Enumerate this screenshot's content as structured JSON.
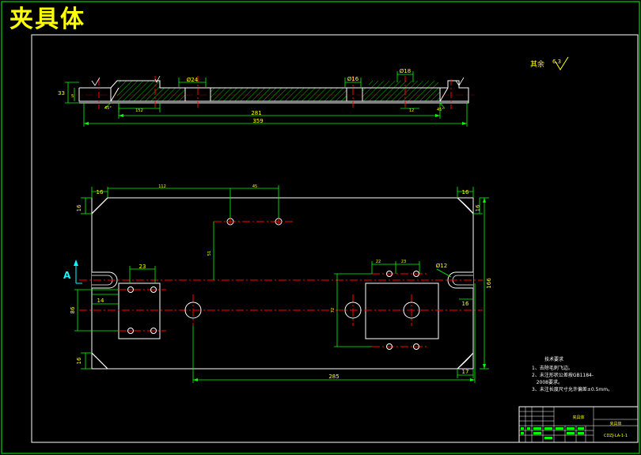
{
  "drawing": {
    "title": "夹具体",
    "roughness_note": "其余",
    "roughness_value": "6.3",
    "technical_requirements": {
      "heading": "技术要求",
      "items": [
        "1、去除毛刺飞边。",
        "2、未注形状公差按GB1184-",
        "   2008要求。",
        "3、未注长度尺寸允许偏差±0.5mm。"
      ]
    },
    "title_block": {
      "part_name": "夹具体",
      "company": "夹具体",
      "drawing_no": "CDZJ-LA-1-1"
    }
  },
  "dimensions": {
    "side_view": {
      "height_left": "33",
      "height_inner": "5",
      "phi1": "Ø24",
      "phi2": "Ø16",
      "phi3": "Ø18",
      "chamfer_left": "45°",
      "chamfer_right": "45°",
      "dim_152": "152",
      "dim_12": "12",
      "inner_length": "281",
      "total_length": "359"
    },
    "plan_view": {
      "corner_tl_w": "16",
      "corner_tl_h": "16",
      "corner_tr_w": "16",
      "corner_tr_h": "16",
      "corner_bl_h": "16",
      "corner_br_w": "17",
      "hole_spacing_top": "112",
      "hole_spacing_45": "45",
      "vertical_51": "51",
      "pad_left_width": "23",
      "slot_14": "14",
      "pad_left_height": "86",
      "pad_right_22": "22",
      "pad_right_23": "23",
      "slot_phi12": "Ø12",
      "right_16": "16",
      "height_right": "166",
      "vertical_72": "72",
      "bottom_length": "285",
      "section_label": "A"
    }
  }
}
